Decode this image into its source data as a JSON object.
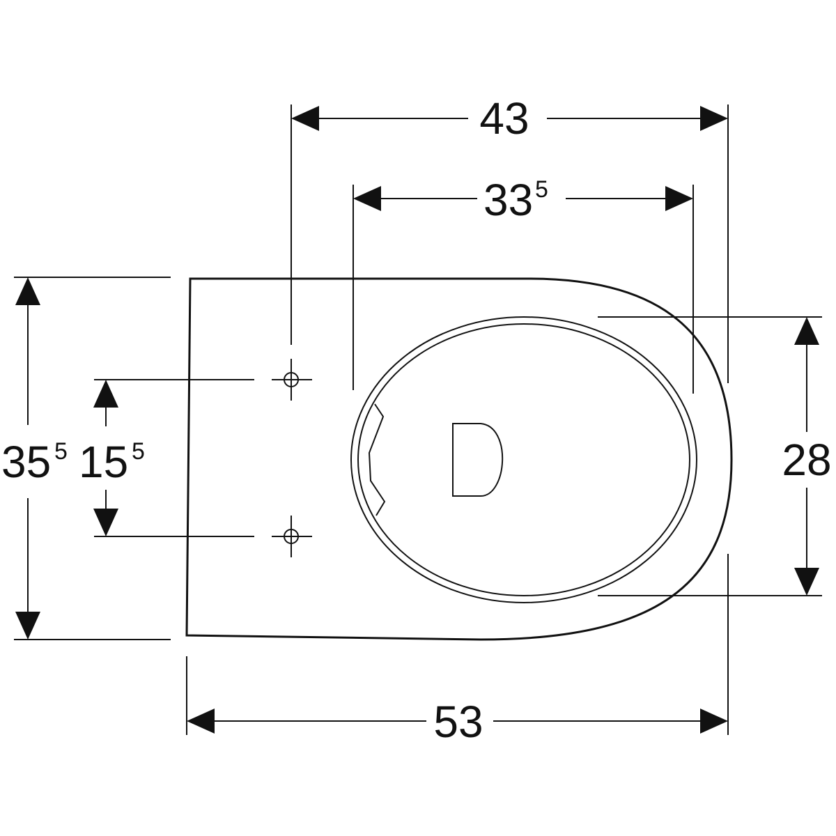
{
  "dimensions": {
    "width_top": {
      "value": "43",
      "sup": ""
    },
    "width_bowl": {
      "value": "33",
      "sup": "5"
    },
    "height_total": {
      "value": "35",
      "sup": "5"
    },
    "fixing_distance": {
      "value": "15",
      "sup": "5"
    },
    "bowl_depth": {
      "value": "28",
      "sup": ""
    },
    "length_total": {
      "value": "53",
      "sup": ""
    }
  },
  "colors": {
    "line": "#111111",
    "background": "#ffffff"
  },
  "icons": [
    "mounting-hole-icon",
    "letter-d-icon"
  ]
}
